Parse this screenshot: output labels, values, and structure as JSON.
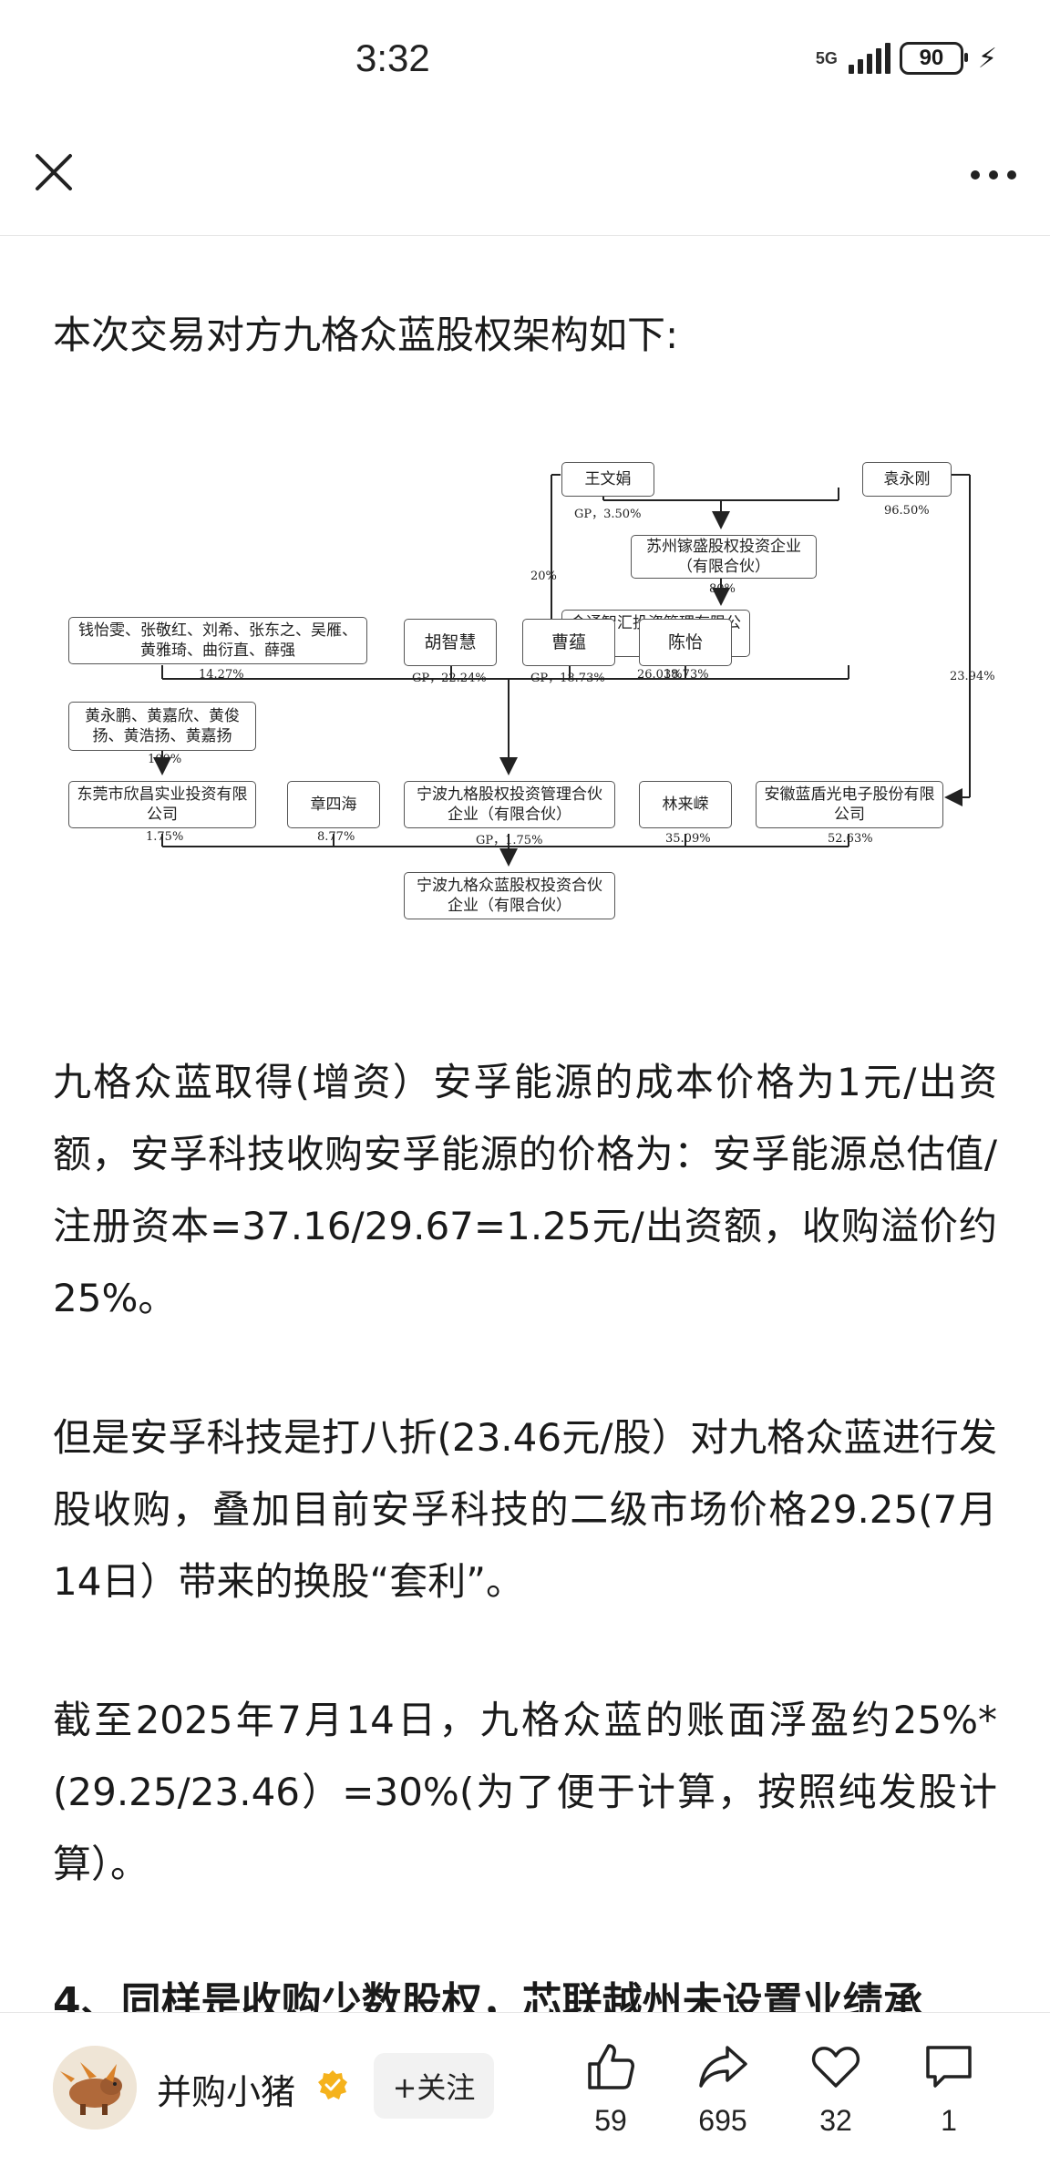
{
  "status_bar": {
    "time": "3:32",
    "network": "5G",
    "battery": "90"
  },
  "nav": {
    "close_icon": "close-icon",
    "more_icon": "more-icon"
  },
  "article": {
    "intro": "本次交易对方九格众蓝股权架构如下:",
    "para1": "九格众蓝取得(增资）安孚能源的成本价格为1元/出资额，安孚科技收购安孚能源的价格为：安孚能源总估值/注册资本=37.16/29.67=1.25元/出资额，收购溢价约25%。",
    "para2": "但是安孚科技是打八折(23.46元/股）对九格众蓝进行发股收购，叠加目前安孚科技的二级市场价格29.25(7月14日）带来的换股“套利”。",
    "para3": "截至2025年7月14日，九格众蓝的账面浮盈约25%*(29.25/23.46）=30%(为了便于计算，按照纯发股计算）。",
    "heading": "4、同样是收购少数股权，芯联越州未设置业绩承"
  },
  "diagram": {
    "boxes": {
      "wang": "王文娟",
      "yuan": "袁永刚",
      "suzhou": "苏州镓盛股权投资企业（有限合伙）",
      "jintong": "金通智汇投资管理有限公司",
      "qian": "钱怡雯、张敬红、刘希、张东之、吴雁、黄雅琦、曲衍直、薛强",
      "hu": "胡智慧",
      "cao": "曹蕴",
      "chen": "陈怡",
      "huang": "黄永鹏、黄嘉欣、黄俊扬、黄浩扬、黄嘉扬",
      "dongguan": "东莞市欣昌实业投资有限公司",
      "zhang": "章四海",
      "ningbo_gp": "宁波九格股权投资管理合伙企业（有限合伙）",
      "lin": "林来嵘",
      "anhui": "安徽蓝盾光电子股份有限公司",
      "ningbo_main": "宁波九格众蓝股权投资合伙企业（有限合伙）"
    },
    "labels": {
      "wang_pct": "GP，3.50%",
      "yuan_pct": "96.50%",
      "wang_to_jintong": "20%",
      "suzhou_to_jintong": "80%",
      "yuan_to_anhui": "23.94%",
      "qian_pct": "14.27%",
      "hu_pct": "GP，22.24%",
      "cao_pct": "GP，18.73%",
      "chen_pct": "18.73%",
      "jintong_pct": "26.03%",
      "huang_pct": "100%",
      "dongguan_pct": "1.75%",
      "zhang_pct": "8.77%",
      "ningbo_gp_pct": "GP，1.75%",
      "lin_pct": "35.09%",
      "anhui_pct": "52.63%"
    }
  },
  "bottom_bar": {
    "author": "并购小猪",
    "follow": "+关注",
    "likes": "59",
    "shares": "695",
    "favorites": "32",
    "comments": "1"
  }
}
